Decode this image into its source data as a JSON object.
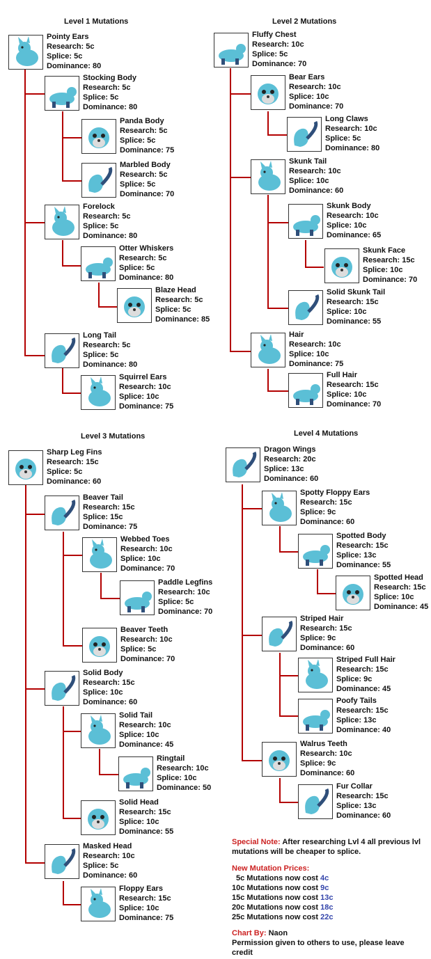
{
  "labels": {
    "research": "Research: ",
    "splice": "Splice: ",
    "dominance": "Dominance: "
  },
  "levels": [
    {
      "title": "Level 1 Mutations",
      "nodes": [
        {
          "name": "Pointy Ears",
          "research": "5c",
          "splice": "5c",
          "dominance": "80"
        },
        {
          "name": "Stocking Body",
          "research": "5c",
          "splice": "5c",
          "dominance": "80"
        },
        {
          "name": "Panda Body",
          "research": "5c",
          "splice": "5c",
          "dominance": "75"
        },
        {
          "name": "Marbled Body",
          "research": "5c",
          "splice": "5c",
          "dominance": "70"
        },
        {
          "name": "Forelock",
          "research": "5c",
          "splice": "5c",
          "dominance": "80"
        },
        {
          "name": "Otter Whiskers",
          "research": "5c",
          "splice": "5c",
          "dominance": "80"
        },
        {
          "name": "Blaze Head",
          "research": "5c",
          "splice": "5c",
          "dominance": "85"
        },
        {
          "name": "Long Tail",
          "research": "5c",
          "splice": "5c",
          "dominance": "80"
        },
        {
          "name": "Squirrel Ears",
          "research": "10c",
          "splice": "10c",
          "dominance": "75"
        }
      ]
    },
    {
      "title": "Level 2 Mutations",
      "nodes": [
        {
          "name": "Fluffy Chest",
          "research": "10c",
          "splice": "5c",
          "dominance": "70"
        },
        {
          "name": "Bear Ears",
          "research": "10c",
          "splice": "10c",
          "dominance": "70"
        },
        {
          "name": "Long Claws",
          "research": "10c",
          "splice": "5c",
          "dominance": "80"
        },
        {
          "name": "Skunk Tail",
          "research": "10c",
          "splice": "10c",
          "dominance": "60"
        },
        {
          "name": "Skunk Body",
          "research": "10c",
          "splice": "10c",
          "dominance": "65"
        },
        {
          "name": "Skunk Face",
          "research": "15c",
          "splice": "10c",
          "dominance": "70"
        },
        {
          "name": "Solid Skunk Tail",
          "research": "15c",
          "splice": "10c",
          "dominance": "55"
        },
        {
          "name": "Hair",
          "research": "10c",
          "splice": "10c",
          "dominance": "75"
        },
        {
          "name": "Full Hair",
          "research": "15c",
          "splice": "10c",
          "dominance": "70"
        }
      ]
    },
    {
      "title": "Level 3 Mutations",
      "nodes": [
        {
          "name": "Sharp Leg Fins",
          "research": "15c",
          "splice": "5c",
          "dominance": "60"
        },
        {
          "name": "Beaver Tail",
          "research": "15c",
          "splice": "15c",
          "dominance": "75"
        },
        {
          "name": "Webbed Toes",
          "research": "10c",
          "splice": "10c",
          "dominance": "70"
        },
        {
          "name": "Paddle Legfins",
          "research": "10c",
          "splice": "5c",
          "dominance": "70"
        },
        {
          "name": "Beaver Teeth",
          "research": "10c",
          "splice": "5c",
          "dominance": "70"
        },
        {
          "name": "Solid Body",
          "research": "15c",
          "splice": "10c",
          "dominance": "60"
        },
        {
          "name": "Solid Tail",
          "research": "10c",
          "splice": "10c",
          "dominance": "45"
        },
        {
          "name": "Ringtail",
          "research": "10c",
          "splice": "10c",
          "dominance": "50"
        },
        {
          "name": "Solid Head",
          "research": "15c",
          "splice": "10c",
          "dominance": "55"
        },
        {
          "name": "Masked Head",
          "research": "10c",
          "splice": "5c",
          "dominance": "60"
        },
        {
          "name": "Floppy Ears",
          "research": "15c",
          "splice": "10c",
          "dominance": "75"
        }
      ]
    },
    {
      "title": "Level 4 Mutations",
      "nodes": [
        {
          "name": "Dragon Wings",
          "research": "20c",
          "splice": "13c",
          "dominance": "60"
        },
        {
          "name": "Spotty Floppy Ears",
          "research": "15c",
          "splice": "9c",
          "dominance": "60"
        },
        {
          "name": "Spotted Body",
          "research": "15c",
          "splice": "13c",
          "dominance": "55"
        },
        {
          "name": "Spotted Head",
          "research": "15c",
          "splice": "10c",
          "dominance": "45"
        },
        {
          "name": "Striped Hair",
          "research": "15c",
          "splice": "9c",
          "dominance": "60"
        },
        {
          "name": "Striped Full Hair",
          "research": "15c",
          "splice": "9c",
          "dominance": "45"
        },
        {
          "name": "Poofy Tails",
          "research": "15c",
          "splice": "13c",
          "dominance": "40"
        },
        {
          "name": "Walrus Teeth",
          "research": "10c",
          "splice": "9c",
          "dominance": "60"
        },
        {
          "name": "Fur Collar",
          "research": "15c",
          "splice": "13c",
          "dominance": "60"
        }
      ]
    }
  ],
  "notes": {
    "special_label": "Special Note:",
    "special_text_1": " After researching Lvl 4 all previous lvl",
    "special_text_2": "mutations will be cheaper to splice.",
    "prices_title": "New Mutation Prices:",
    "prices": [
      {
        "text": "5c Mutations now cost ",
        "cost": "4c"
      },
      {
        "text": "10c Mutations now cost ",
        "cost": "9c"
      },
      {
        "text": "15c Mutations now cost ",
        "cost": "13c"
      },
      {
        "text": "20c Mutations now cost ",
        "cost": "18c"
      },
      {
        "text": "25c Mutations now cost ",
        "cost": "22c"
      }
    ],
    "credit_label": "Chart By:",
    "credit_name": " Naon",
    "permission_1": "Permission given to others to use, please leave",
    "permission_2": "credit"
  },
  "colors": {
    "connector": "#b30000",
    "fur": "#5bbfd6",
    "fur_dark": "#2f4f7a",
    "special": "#cc2222",
    "price": "#3344aa"
  }
}
